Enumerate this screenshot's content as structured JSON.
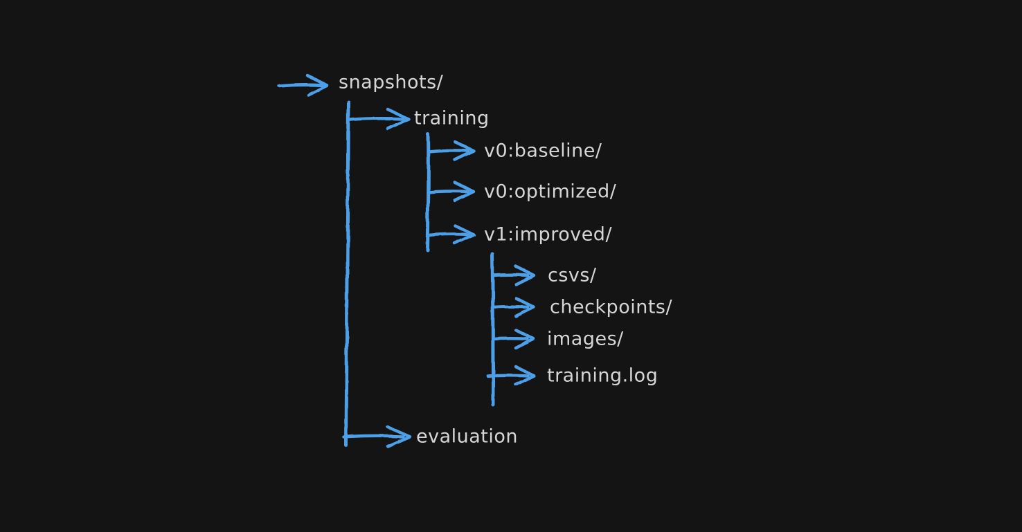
{
  "colors": {
    "background": "#141414",
    "accent": "#4d9fe8",
    "text": "#d6d6d6"
  },
  "tree": {
    "label": "snapshots/",
    "children": [
      {
        "label": "training",
        "children": [
          {
            "label": "v0:baseline/"
          },
          {
            "label": "v0:optimized/"
          },
          {
            "label": "v1:improved/",
            "children": [
              {
                "label": "csvs/"
              },
              {
                "label": "checkpoints/"
              },
              {
                "label": "images/"
              },
              {
                "label": "training.log"
              }
            ]
          }
        ]
      },
      {
        "label": "evaluation"
      }
    ]
  }
}
